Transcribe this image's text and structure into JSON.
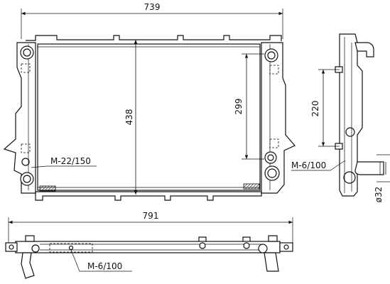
{
  "dimensions": {
    "front_width": "739",
    "front_height": "438",
    "core_height": "299",
    "side_height": "220",
    "pipe_diameter": "ø32",
    "bottom_width": "791"
  },
  "callouts": {
    "front_thread": "M-22/150",
    "side_thread": "M-6/100",
    "bottom_thread": "M-6/100"
  }
}
